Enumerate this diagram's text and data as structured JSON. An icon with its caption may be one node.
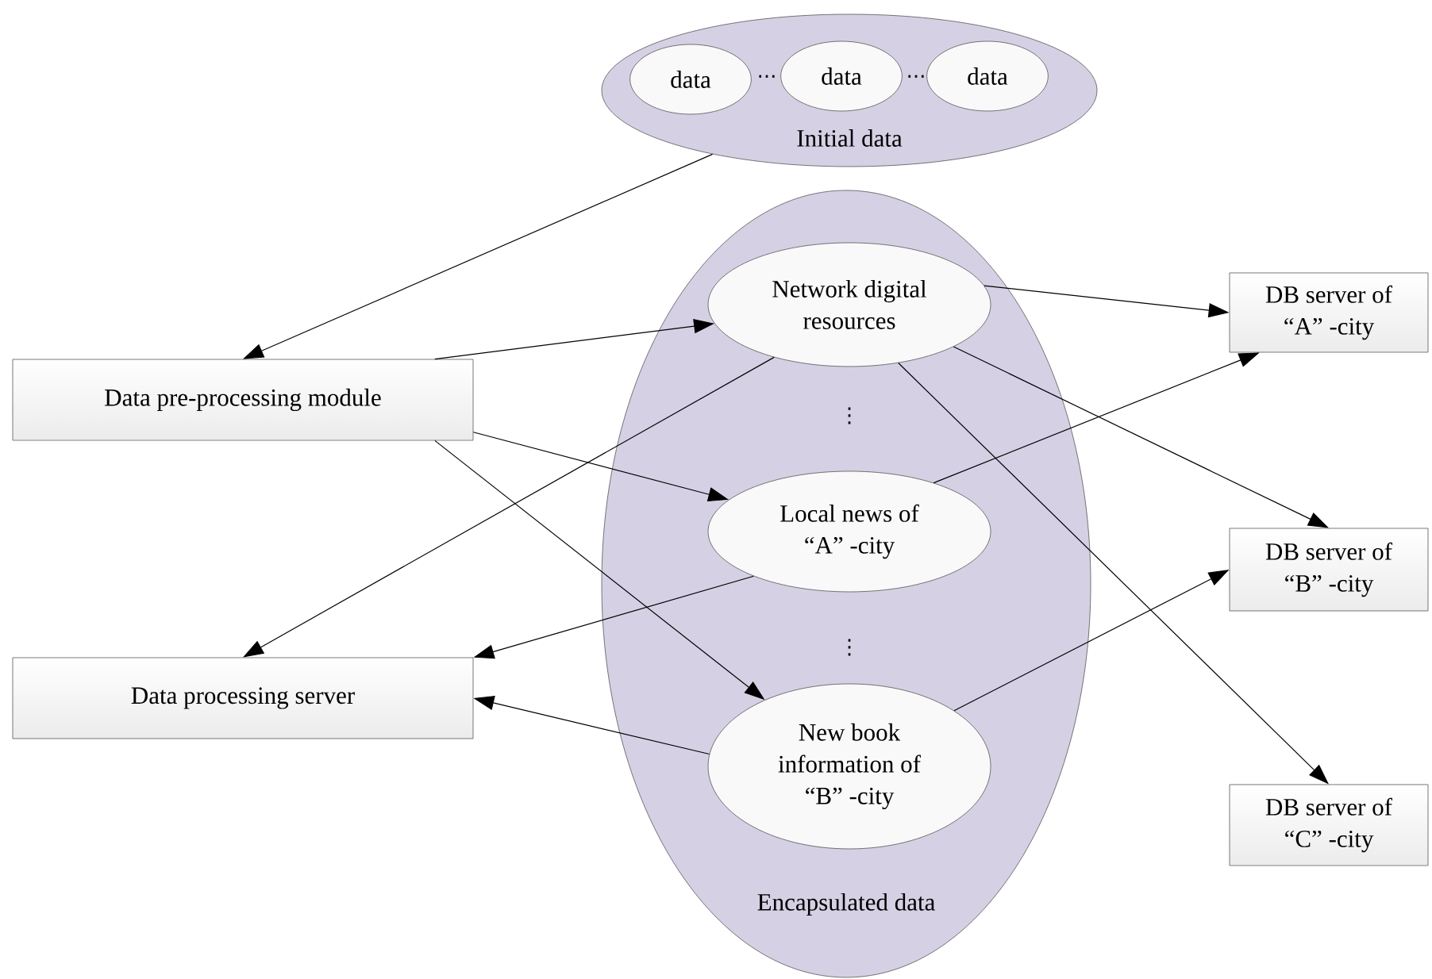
{
  "diagram": {
    "nodes": [
      {
        "text": [
          "Initial data"
        ]
      },
      {
        "text": [
          "data"
        ],
        "in": 0
      },
      {
        "text": [
          "data"
        ],
        "in": 0
      },
      {
        "text": [
          "data"
        ],
        "in": 0
      },
      {
        "text": [
          "Encapsulated data"
        ]
      },
      {
        "text": [
          "Network digital resources"
        ],
        "in": 4
      },
      {
        "text": [
          "Local news of “A” -city"
        ],
        "in": 4
      },
      {
        "text": [
          "New book information of “B” -city"
        ],
        "in": 4
      },
      {
        "text": [
          "Data pre-processing module"
        ]
      },
      {
        "text": [
          "Data processing server"
        ]
      },
      {
        "text": [
          "DB server of “A” -city"
        ]
      },
      {
        "text": [
          "DB server of “B” -city"
        ]
      },
      {
        "text": [
          "DB server of “C” -city"
        ]
      }
    ],
    "edges": [
      {
        "from": 0,
        "to": 8,
        "arrow": "to"
      },
      {
        "from": 8,
        "to": 5,
        "arrow": "to"
      },
      {
        "from": 8,
        "to": 6,
        "arrow": "to"
      },
      {
        "from": 8,
        "to": 7,
        "arrow": "to"
      },
      {
        "from": 5,
        "to": 9,
        "arrow": "to"
      },
      {
        "from": 6,
        "to": 9,
        "arrow": "to"
      },
      {
        "from": 7,
        "to": 9,
        "arrow": "to"
      },
      {
        "from": 5,
        "to": 10,
        "arrow": "to"
      },
      {
        "from": 5,
        "to": 11,
        "arrow": "to"
      },
      {
        "from": 5,
        "to": 12,
        "arrow": "to"
      },
      {
        "from": 6,
        "to": 10,
        "arrow": "to"
      },
      {
        "from": 7,
        "to": 11,
        "arrow": "to"
      }
    ],
    "labels": [
      "···",
      "···",
      "⋮",
      "⋮"
    ]
  }
}
